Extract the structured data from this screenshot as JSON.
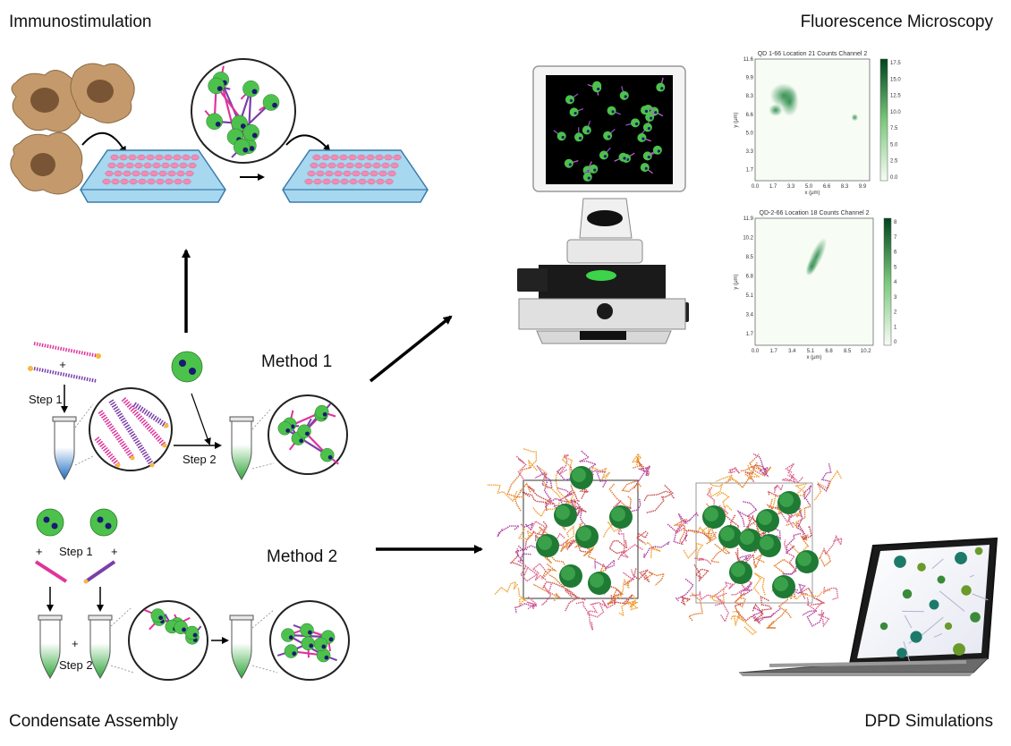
{
  "labels": {
    "immunostimulation": "Immunostimulation",
    "fluorescence_microscopy": "Fluorescence Microscopy",
    "condensate_assembly": "Condensate Assembly",
    "dpd_simulations": "DPD Simulations",
    "method1": "Method 1",
    "method2": "Method 2",
    "step1": "Step 1",
    "step2": "Step 2",
    "plus": "+"
  },
  "plots": [
    {
      "title": "QD 1-66 Location 21 Counts Channel 2",
      "xlabel": "x (μm)",
      "ylabel": "y (μm)",
      "xticks": [
        "0.0",
        "1.7",
        "3.3",
        "5.0",
        "6.6",
        "8.3",
        "9.9"
      ],
      "yticks": [
        "11.6",
        "9.9",
        "8.3",
        "6.6",
        "5.0",
        "3.3",
        "1.7"
      ],
      "cticks": [
        "17.5",
        "15.0",
        "12.5",
        "10.0",
        "7.5",
        "5.0",
        "2.5",
        "0.0"
      ]
    },
    {
      "title": "QD-2-66 Location 18 Counts Channel 2",
      "xlabel": "x (μm)",
      "ylabel": "y (μm)",
      "xticks": [
        "0.0",
        "1.7",
        "3.4",
        "5.1",
        "6.8",
        "8.5",
        "10.2"
      ],
      "yticks": [
        "11.9",
        "10.2",
        "8.5",
        "6.8",
        "5.1",
        "3.4",
        "1.7"
      ],
      "cticks": [
        "8",
        "7",
        "6",
        "5",
        "4",
        "3",
        "2",
        "1",
        "0"
      ]
    }
  ],
  "colors": {
    "cell": "#c49a6c",
    "nucleus": "#7a5535",
    "plate": "#a8d8f0",
    "well": "#f08cb4",
    "nanoparticle": "#4cc24c",
    "core_dot": "#1a1a6e",
    "linker_pink": "#e0349c",
    "linker_purple": "#7a3fa8",
    "heatmap": "#1a7a3a"
  }
}
